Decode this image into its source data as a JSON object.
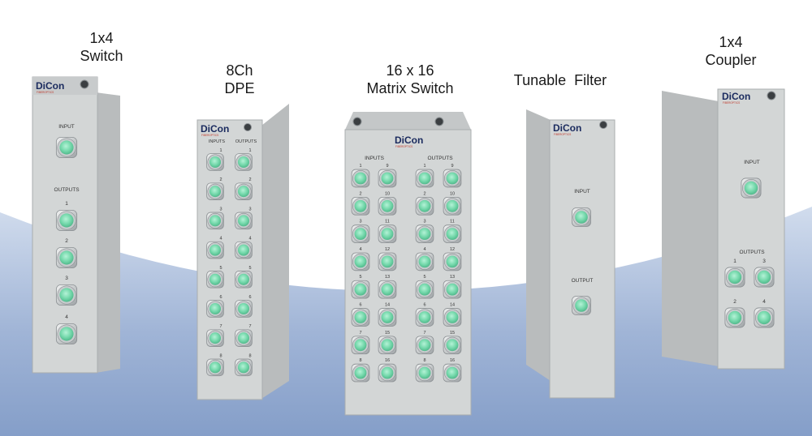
{
  "brand": {
    "name": "DiCon",
    "tagline": "FIBEROPTICS"
  },
  "colors": {
    "panel": "#d3d6d6",
    "side": "#b9bcbd",
    "connector": "#7fdcb3",
    "backdrop": "#9db3d4"
  },
  "modules": [
    {
      "id": "switch-1x4",
      "caption": [
        "1x4",
        "Switch"
      ],
      "port_labels": {
        "input": "INPUT",
        "outputs": "OUTPUTS"
      },
      "output_numbers": [
        "1",
        "2",
        "3",
        "4"
      ]
    },
    {
      "id": "dpe-8ch",
      "caption": [
        "8Ch",
        "DPE"
      ],
      "port_labels": {
        "inputs": "INPUTS",
        "outputs": "OUTPUTS"
      },
      "numbers": [
        "1",
        "2",
        "3",
        "4",
        "5",
        "6",
        "7",
        "8"
      ]
    },
    {
      "id": "matrix-16x16",
      "caption": [
        "16 x 16",
        "Matrix Switch"
      ],
      "port_labels": {
        "inputs": "INPUTS",
        "outputs": "OUTPUTS"
      },
      "numbers_a": [
        "1",
        "2",
        "3",
        "4",
        "5",
        "6",
        "7",
        "8"
      ],
      "numbers_b": [
        "9",
        "10",
        "11",
        "12",
        "13",
        "14",
        "15",
        "16"
      ]
    },
    {
      "id": "tunable-filter",
      "caption": [
        "Tunable  Filter"
      ],
      "port_labels": {
        "input": "INPUT",
        "output": "OUTPUT"
      }
    },
    {
      "id": "coupler-1x4",
      "caption": [
        "1x4",
        "Coupler"
      ],
      "port_labels": {
        "input": "INPUT",
        "outputs": "OUTPUTS"
      },
      "output_numbers": [
        "1",
        "3",
        "2",
        "4"
      ]
    }
  ]
}
